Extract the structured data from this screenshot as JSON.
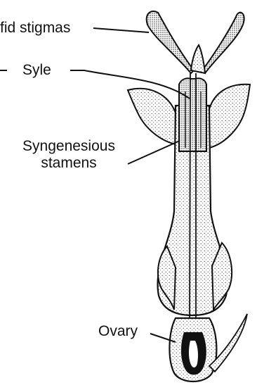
{
  "labels": {
    "bifid_stigmas": "fid stigmas",
    "style": "Syle",
    "stamens_line1": "Syngenesious",
    "stamens_line2": "stamens",
    "ovary": "Ovary"
  }
}
